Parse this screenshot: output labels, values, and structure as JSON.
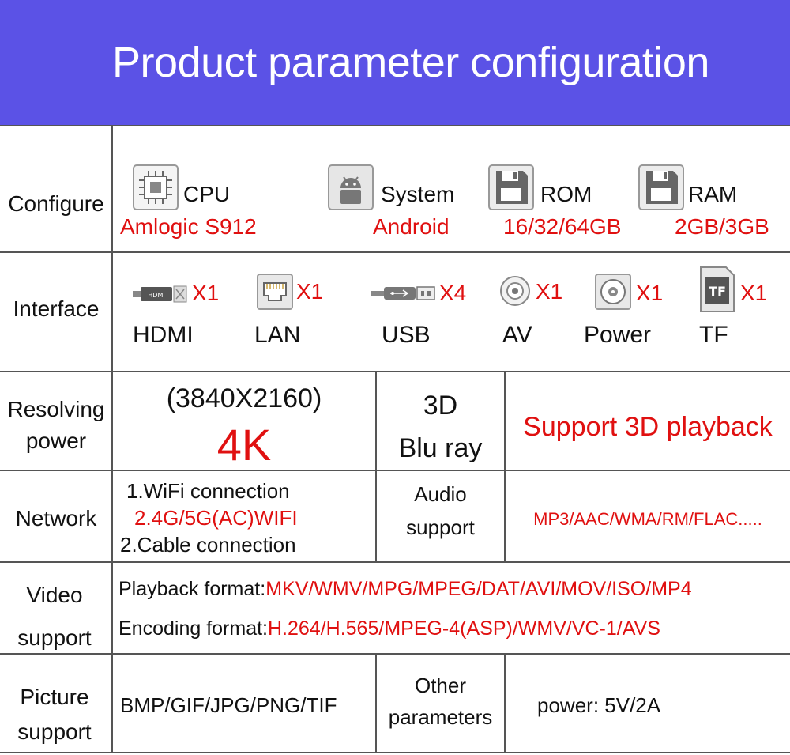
{
  "header": {
    "title": "Product parameter configuration"
  },
  "configure": {
    "label": "Configure",
    "items": [
      {
        "name": "CPU",
        "value": "Amlogic S912",
        "icon": "cpu-chip-icon"
      },
      {
        "name": "System",
        "value": "Android",
        "icon": "android-icon"
      },
      {
        "name": "ROM",
        "value": "16/32/64GB",
        "icon": "floppy-disk-icon"
      },
      {
        "name": "RAM",
        "value": "2GB/3GB",
        "icon": "floppy-disk-icon"
      }
    ]
  },
  "interface": {
    "label": "Interface",
    "ports": [
      {
        "name": "HDMI",
        "count": "X1",
        "icon": "hdmi-port-icon"
      },
      {
        "name": "LAN",
        "count": "X1",
        "icon": "lan-port-icon"
      },
      {
        "name": "USB",
        "count": "X4",
        "icon": "usb-port-icon"
      },
      {
        "name": "AV",
        "count": "X1",
        "icon": "av-jack-icon"
      },
      {
        "name": "Power",
        "count": "X1",
        "icon": "power-jack-icon"
      },
      {
        "name": "TF",
        "count": "X1",
        "icon": "tf-card-icon"
      }
    ]
  },
  "resolving": {
    "label_line1": "Resolving",
    "label_line2": "power",
    "resolution": "(3840X2160)",
    "quality": "4K",
    "mode_line1": "3D",
    "mode_line2": "Blu ray",
    "support": "Support 3D playback"
  },
  "network": {
    "label": "Network",
    "wifi_title": "1.WiFi connection",
    "wifi_value": "2.4G/5G(AC)WIFI",
    "cable": "2.Cable connection",
    "audio_line1": "Audio",
    "audio_line2": "support",
    "audio_formats": "MP3/AAC/WMA/RM/FLAC....."
  },
  "video": {
    "label_line1": "Video",
    "label_line2": "support",
    "playback_label": "Playback format:",
    "playback_value": "MKV/WMV/MPG/MPEG/DAT/AVI/MOV/ISO/MP4",
    "encoding_label": "Encoding format:",
    "encoding_value": "H.264/H.565/MPEG-4(ASP)/WMV/VC-1/AVS"
  },
  "picture": {
    "label_line1": "Picture",
    "label_line2": "support",
    "formats": "BMP/GIF/JPG/PNG/TIF",
    "other_line1": "Other",
    "other_line2": "parameters",
    "power": "power: 5V/2A"
  }
}
